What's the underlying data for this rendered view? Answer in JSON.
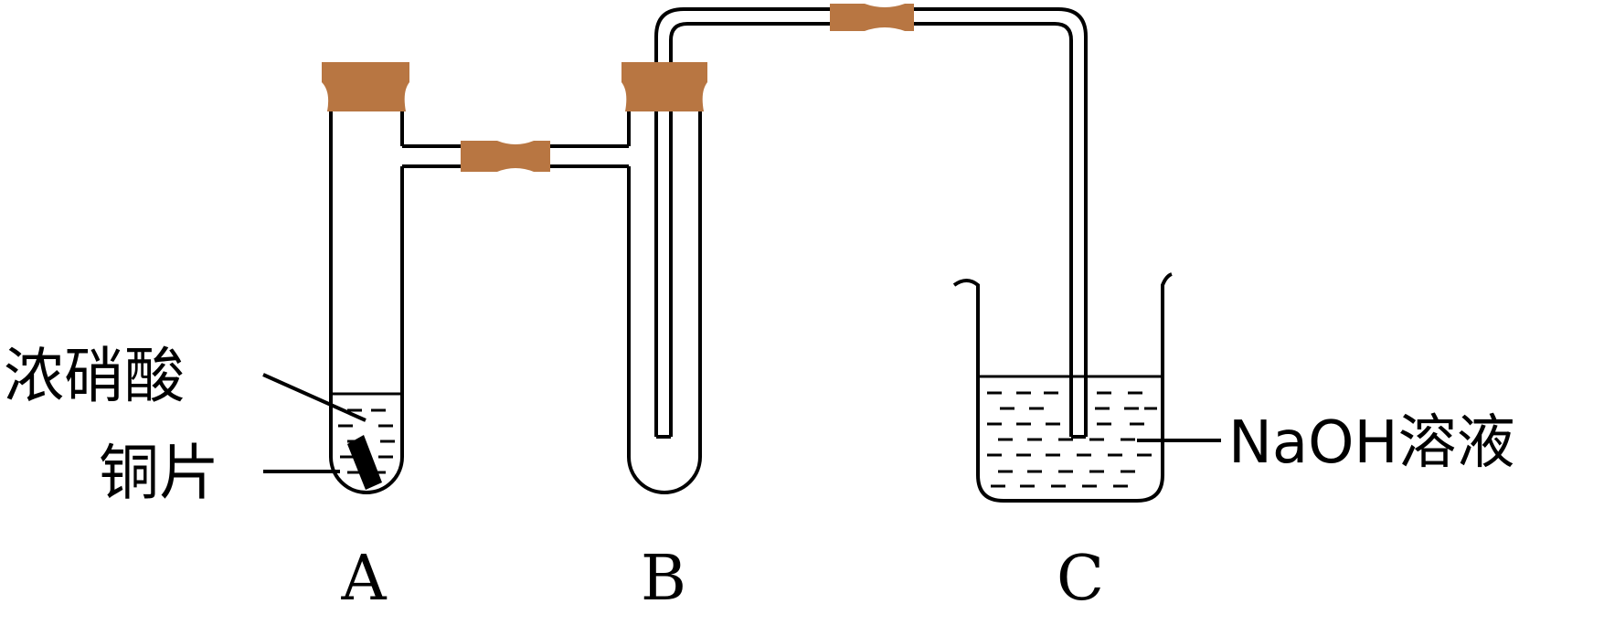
{
  "labels": {
    "reagent_acid": "浓硝酸",
    "reagent_copper": "铜片",
    "reagent_base": "NaOH溶液",
    "tube_a": "A",
    "tube_b": "B",
    "beaker_c": "C"
  },
  "colors": {
    "stopper": "#B87642",
    "line": "#000000",
    "background": "#ffffff"
  }
}
